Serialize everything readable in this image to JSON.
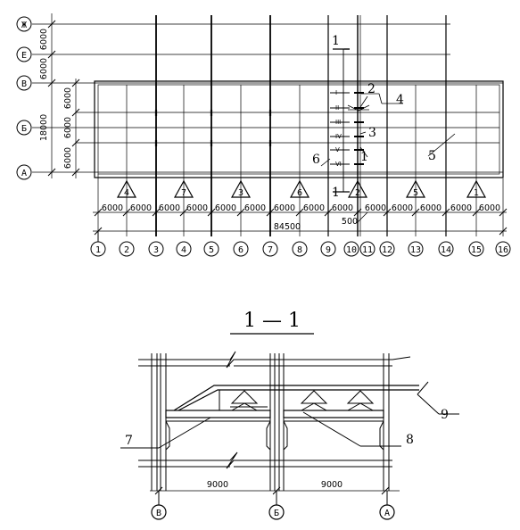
{
  "plan": {
    "rows": [
      "Ж",
      "E",
      "В",
      "Б",
      "A"
    ],
    "row_dims": [
      "6000",
      "6000",
      "6000",
      "6000",
      "6000"
    ],
    "total_row_dim": "18000",
    "columns": [
      "1",
      "2",
      "3",
      "4",
      "5",
      "6",
      "7",
      "8",
      "9",
      "10",
      "11",
      "12",
      "13",
      "14",
      "15",
      "16"
    ],
    "bay_dims": [
      "6000",
      "6000",
      "6000",
      "6000",
      "6000",
      "6000",
      "6000",
      "6000",
      "6000",
      "6000",
      "6000",
      "6000",
      "6000",
      "6000"
    ],
    "offset_dim": "500",
    "total_dim": "84500",
    "triangles": [
      "4",
      "7",
      "3",
      "6",
      "2",
      "5",
      "1"
    ],
    "small_labels": [
      "I",
      "II",
      "III",
      "IV",
      "V",
      "VI"
    ],
    "callouts": [
      "1",
      "2",
      "3",
      "4",
      "5",
      "6"
    ],
    "section_mark": "1"
  },
  "section": {
    "title": "1 — 1",
    "axes": [
      "В",
      "Б",
      "A"
    ],
    "dims": [
      "9000",
      "9000"
    ],
    "callouts": [
      "7",
      "8",
      "9"
    ]
  }
}
